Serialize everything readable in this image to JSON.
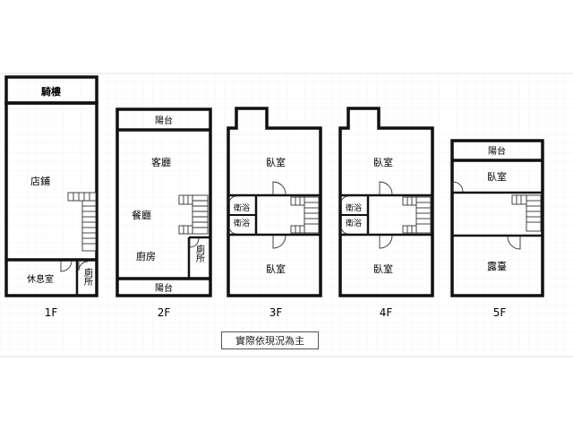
{
  "floors": [
    {
      "label": "1F",
      "rooms": {
        "arcade": "騎樓",
        "shop": "店鋪",
        "rest_room": "休息室",
        "toilet": "廁所"
      }
    },
    {
      "label": "2F",
      "rooms": {
        "balcony_top": "陽台",
        "living": "客廳",
        "dining": "餐廳",
        "kitchen": "廚房",
        "toilet": "廁所",
        "balcony_bottom": "陽台"
      }
    },
    {
      "label": "3F",
      "rooms": {
        "bedroom_front": "臥室",
        "bath_1": "衛浴",
        "bath_2": "衛浴",
        "bedroom_back": "臥室"
      }
    },
    {
      "label": "4F",
      "rooms": {
        "bedroom_front": "臥室",
        "bath_1": "衛浴",
        "bath_2": "衛浴",
        "bedroom_back": "臥室"
      }
    },
    {
      "label": "5F",
      "rooms": {
        "balcony": "陽台",
        "bedroom": "臥室",
        "terrace": "露臺"
      }
    }
  ],
  "note": "實際依現況為主"
}
